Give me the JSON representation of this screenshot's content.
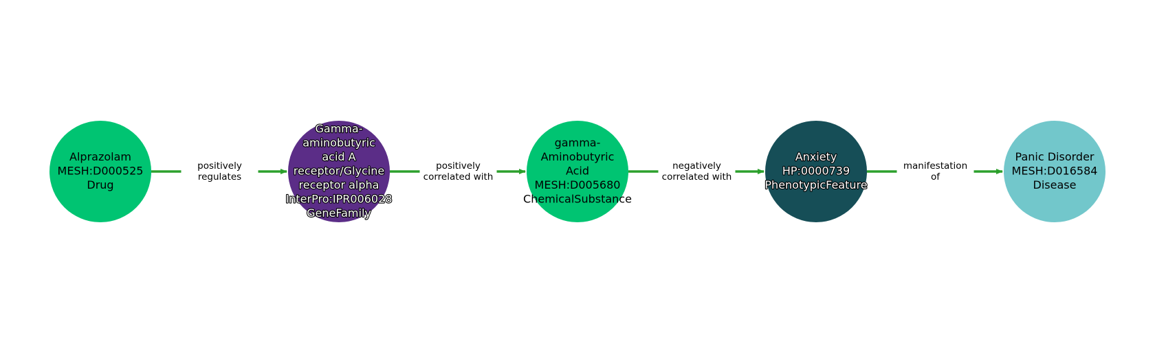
{
  "nodes": [
    {
      "id": "alprazolam",
      "lines": [
        "Alprazolam",
        "MESH:D000525",
        "Drug"
      ],
      "color": "#00c472",
      "text_style": "dark"
    },
    {
      "id": "gaba-a-receptor",
      "lines": [
        "Gamma-",
        "aminobutyric",
        "acid A",
        "receptor/Glycine",
        "receptor alpha",
        "InterPro:IPR006028",
        "GeneFamily"
      ],
      "color": "#5b2d87",
      "text_style": "light"
    },
    {
      "id": "gaba",
      "lines": [
        "gamma-",
        "Aminobutyric",
        "Acid",
        "MESH:D005680",
        "ChemicalSubstance"
      ],
      "color": "#00c472",
      "text_style": "dark"
    },
    {
      "id": "anxiety",
      "lines": [
        "Anxiety",
        "HP:0000739",
        "PhenotypicFeature"
      ],
      "color": "#164e57",
      "text_style": "light"
    },
    {
      "id": "panic-disorder",
      "lines": [
        "Panic Disorder",
        "MESH:D016584",
        "Disease"
      ],
      "color": "#72c7cb",
      "text_style": "dark"
    }
  ],
  "edges": [
    {
      "from": "alprazolam",
      "to": "gaba-a-receptor",
      "label_lines": [
        "positively",
        "regulates"
      ]
    },
    {
      "from": "gaba-a-receptor",
      "to": "gaba",
      "label_lines": [
        "positively",
        "correlated with"
      ]
    },
    {
      "from": "gaba",
      "to": "anxiety",
      "label_lines": [
        "negatively",
        "correlated with"
      ]
    },
    {
      "from": "anxiety",
      "to": "panic-disorder",
      "label_lines": [
        "manifestation",
        "of"
      ]
    }
  ],
  "edge_color": "#2ca02c"
}
